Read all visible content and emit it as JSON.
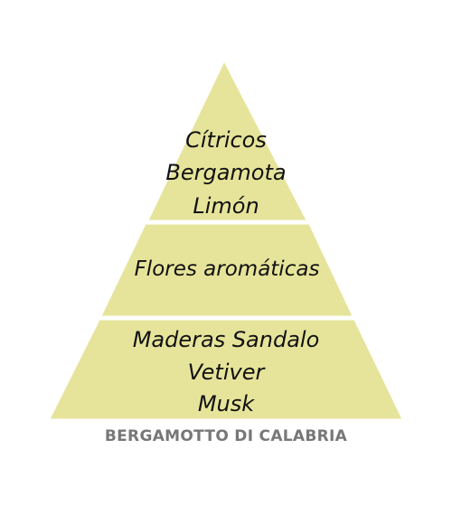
{
  "pyramid": {
    "fill_color": "#e6e49a",
    "edge_color": "#ffffff",
    "tiers": [
      {
        "lines": [
          "Cítricos",
          "Bergamota",
          "Limón"
        ]
      },
      {
        "lines": [
          "Flores aromáticas"
        ]
      },
      {
        "lines": [
          "Maderas Sandalo",
          "Vetiver",
          "Musk"
        ]
      }
    ]
  },
  "caption": {
    "text": "BERGAMOTTO DI CALABRIA",
    "color": "#777777"
  }
}
